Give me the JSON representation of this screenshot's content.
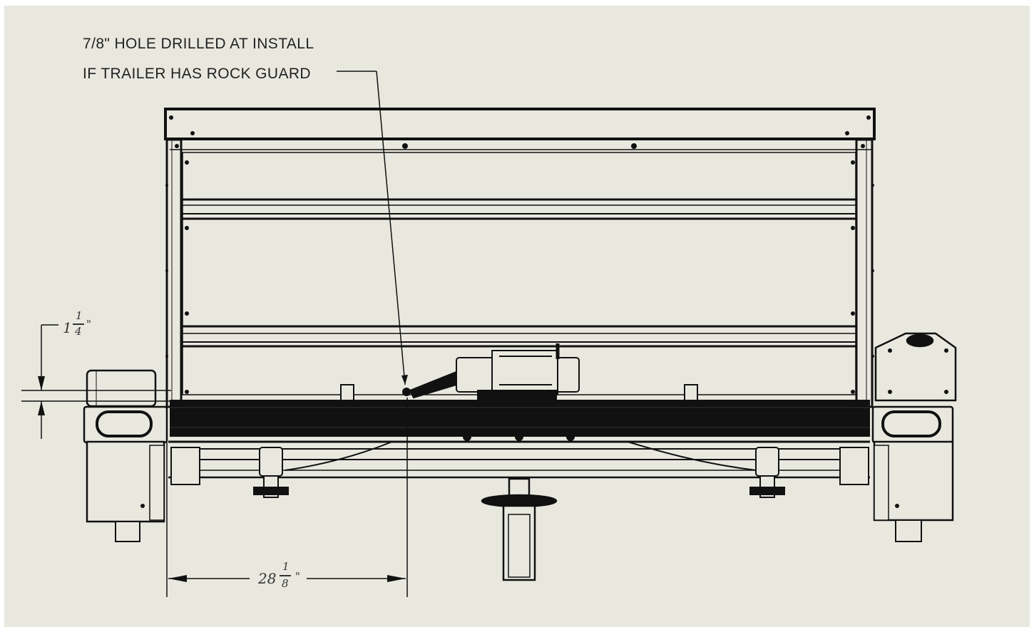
{
  "notes": {
    "line1": "7/8\" HOLE DRILLED AT INSTALL",
    "line2": "IF TRAILER HAS ROCK GUARD"
  },
  "dimensions": {
    "vertical": {
      "whole": "1",
      "num": "1",
      "den": "4",
      "unit": "\""
    },
    "horizontal": {
      "whole": "28",
      "num": "1",
      "den": "8",
      "unit": "\""
    }
  },
  "colors": {
    "background": "#e9e8df",
    "line": "#111111"
  }
}
